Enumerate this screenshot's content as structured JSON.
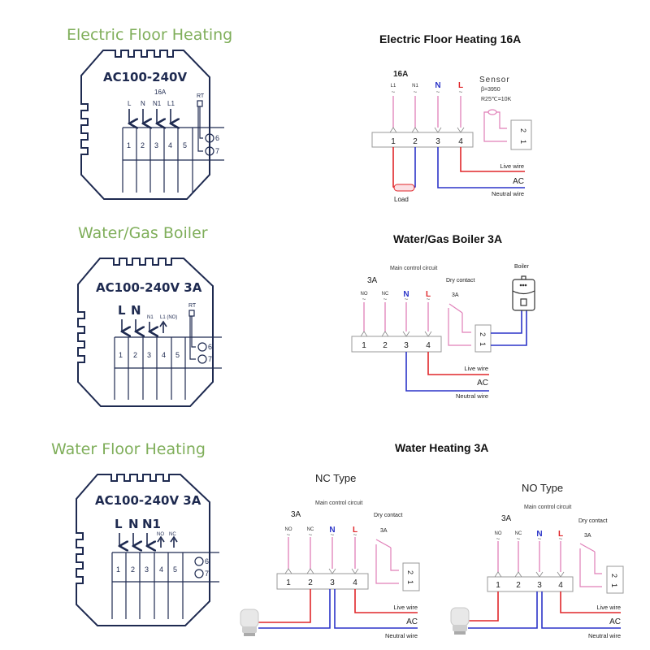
{
  "colors": {
    "section_title": "#7fae5a",
    "device_outline": "#1e2a50",
    "live": "#e0262a",
    "neutral": "#2b34c8",
    "signal": "#e07fb8",
    "box_stroke": "#888888"
  },
  "sections": [
    {
      "title": "Electric Floor Heating",
      "device": {
        "voltage": "AC100-240V",
        "rating": "16A",
        "terminal_labels": [
          "L",
          "N",
          "N1",
          "L1"
        ],
        "terminals": [
          "1",
          "2",
          "3",
          "4",
          "5"
        ],
        "sensor_label": "RT",
        "aux_terminals": [
          "6",
          "7"
        ]
      },
      "diagram": {
        "title": "Electric Floor Heating 16A",
        "rating": "16A",
        "inputs": [
          "L1",
          "N1",
          "N",
          "L"
        ],
        "terminals": [
          "1",
          "2",
          "3",
          "4"
        ],
        "sensor": {
          "title": "Sensor",
          "beta": "β=3950",
          "r25": "R25℃=10K",
          "pins": [
            "2",
            "1"
          ]
        },
        "load_label": "Load",
        "live_label": "Live wire",
        "ac_label": "AC",
        "neutral_label": "Neutral wire"
      }
    },
    {
      "title": "Water/Gas Boiler",
      "device": {
        "voltage": "AC100-240V 3A",
        "terminal_labels": [
          "L",
          "N",
          "N1",
          "L1 (NO)"
        ],
        "terminals": [
          "1",
          "2",
          "3",
          "4",
          "5"
        ],
        "sensor_label": "RT",
        "aux_terminals": [
          "6",
          "7"
        ]
      },
      "diagram": {
        "title": "Water/Gas Boiler 3A",
        "rating": "3A",
        "main_control": "Main control circuit",
        "inputs": [
          "NO",
          "NC",
          "N",
          "L"
        ],
        "terminals": [
          "1",
          "2",
          "3",
          "4"
        ],
        "dry_contact": "Dry contact",
        "dry_rating": "3A",
        "dry_pins": [
          "2",
          "1"
        ],
        "boiler_label": "Boiler",
        "live_label": "Live wire",
        "ac_label": "AC",
        "neutral_label": "Neutral wire"
      }
    },
    {
      "title": "Water Floor Heating",
      "device": {
        "voltage": "AC100-240V 3A",
        "terminal_labels": [
          "L",
          "N",
          "N1",
          "NO",
          "NC"
        ],
        "terminals": [
          "1",
          "2",
          "3",
          "4",
          "5"
        ],
        "aux_terminals": [
          "6",
          "7"
        ]
      },
      "diagram_title": "Water Heating 3A",
      "diagrams": [
        {
          "type": "NC Type",
          "rating": "3A",
          "main_control": "Main control circuit",
          "inputs": [
            "NO",
            "NC",
            "N",
            "L"
          ],
          "terminals": [
            "1",
            "2",
            "3",
            "4"
          ],
          "dry_contact": "Dry contact",
          "dry_rating": "3A",
          "dry_pins": [
            "2",
            "1"
          ],
          "live_label": "Live wire",
          "ac_label": "AC",
          "neutral_label": "Neutral wire"
        },
        {
          "type": "NO Type",
          "rating": "3A",
          "main_control": "Main control circuit",
          "inputs": [
            "NO",
            "NC",
            "N",
            "L"
          ],
          "terminals": [
            "1",
            "2",
            "3",
            "4"
          ],
          "dry_contact": "Dry contact",
          "dry_rating": "3A",
          "dry_pins": [
            "2",
            "1"
          ],
          "live_label": "Live wire",
          "ac_label": "AC",
          "neutral_label": "Neutral wire"
        }
      ]
    }
  ]
}
